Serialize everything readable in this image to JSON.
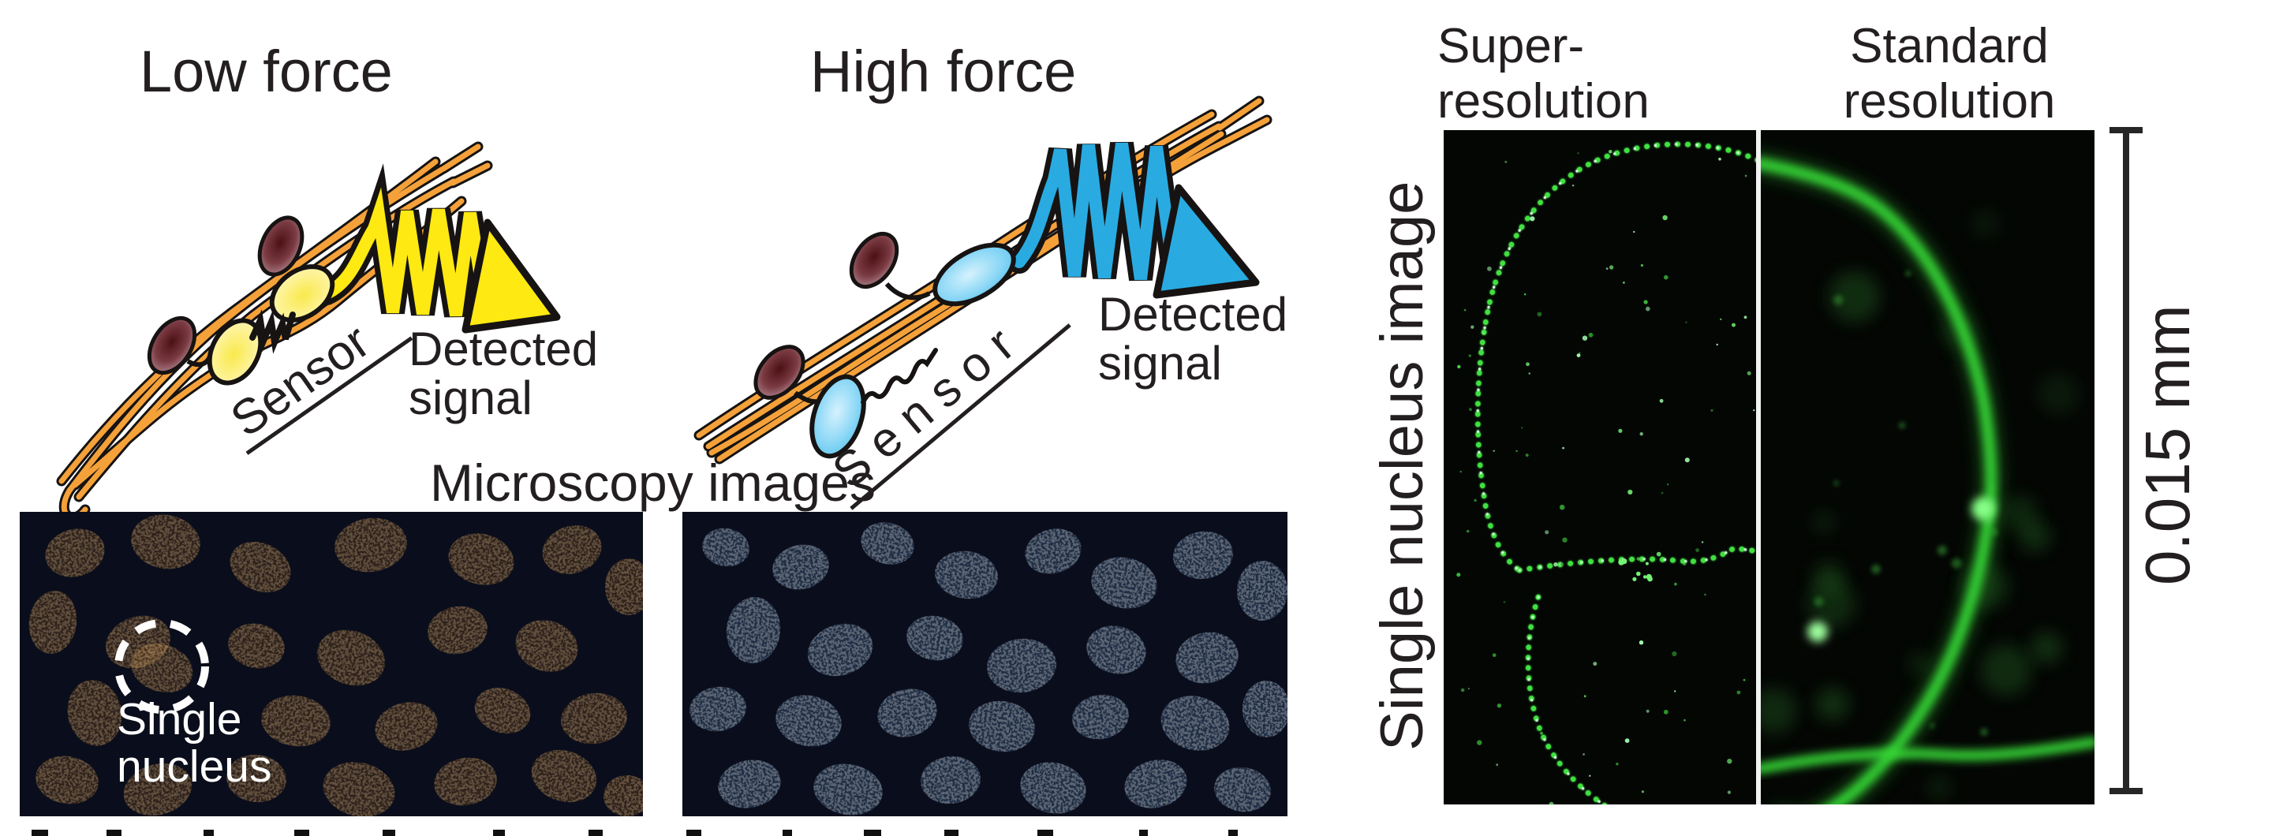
{
  "titles": {
    "low": "Low force",
    "high": "High force"
  },
  "diagrams": {
    "low": {
      "sensor_label": "Sensor",
      "signal_line1": "Detected",
      "signal_line2": "signal",
      "signal_color": "#ffe912"
    },
    "high": {
      "sensor_label": "Sensor",
      "signal_line1": "Detected",
      "signal_line2": "signal",
      "signal_color": "#29abe2"
    }
  },
  "microscopy": {
    "title": "Microscopy images",
    "annotation_line1": "Single",
    "annotation_line2": "nucleus",
    "left_panel": {
      "tint": "orange",
      "nuclei": [
        [
          70,
          52,
          38,
          30,
          -15
        ],
        [
          185,
          38,
          44,
          34,
          10
        ],
        [
          305,
          70,
          40,
          30,
          25
        ],
        [
          445,
          42,
          46,
          34,
          -8
        ],
        [
          585,
          60,
          42,
          32,
          14
        ],
        [
          700,
          48,
          38,
          30,
          -18
        ],
        [
          772,
          95,
          30,
          36,
          0
        ],
        [
          42,
          140,
          30,
          40,
          8
        ],
        [
          150,
          165,
          42,
          32,
          -20
        ],
        [
          300,
          170,
          36,
          28,
          12
        ],
        [
          420,
          185,
          44,
          34,
          20
        ],
        [
          555,
          150,
          38,
          30,
          -10
        ],
        [
          668,
          170,
          40,
          32,
          16
        ],
        [
          180,
          198,
          40,
          30,
          18
        ],
        [
          95,
          255,
          34,
          42,
          -12
        ],
        [
          350,
          265,
          44,
          32,
          8
        ],
        [
          490,
          272,
          40,
          30,
          -14
        ],
        [
          612,
          252,
          36,
          28,
          20
        ],
        [
          728,
          262,
          42,
          32,
          -8
        ],
        [
          60,
          340,
          40,
          30,
          10
        ],
        [
          175,
          352,
          44,
          32,
          -16
        ],
        [
          300,
          338,
          38,
          30,
          6
        ],
        [
          430,
          352,
          46,
          34,
          14
        ],
        [
          565,
          342,
          40,
          30,
          -10
        ],
        [
          690,
          335,
          42,
          32,
          18
        ],
        [
          770,
          360,
          30,
          26,
          0
        ]
      ]
    },
    "right_panel": {
      "tint": "blue",
      "nuclei": [
        [
          55,
          45,
          30,
          24,
          10
        ],
        [
          150,
          70,
          36,
          28,
          -12
        ],
        [
          260,
          40,
          34,
          26,
          15
        ],
        [
          360,
          80,
          40,
          30,
          8
        ],
        [
          470,
          50,
          36,
          28,
          -15
        ],
        [
          560,
          90,
          42,
          32,
          12
        ],
        [
          660,
          55,
          38,
          30,
          -8
        ],
        [
          735,
          100,
          32,
          38,
          0
        ],
        [
          90,
          150,
          34,
          42,
          6
        ],
        [
          200,
          175,
          42,
          32,
          -18
        ],
        [
          320,
          160,
          36,
          28,
          10
        ],
        [
          430,
          195,
          44,
          34,
          -6
        ],
        [
          550,
          175,
          38,
          30,
          14
        ],
        [
          665,
          185,
          40,
          32,
          -12
        ],
        [
          45,
          250,
          36,
          28,
          -8
        ],
        [
          160,
          265,
          42,
          32,
          12
        ],
        [
          285,
          255,
          38,
          30,
          -15
        ],
        [
          405,
          272,
          42,
          32,
          8
        ],
        [
          530,
          260,
          36,
          28,
          -10
        ],
        [
          650,
          268,
          44,
          34,
          15
        ],
        [
          740,
          250,
          30,
          36,
          0
        ],
        [
          85,
          345,
          40,
          30,
          -12
        ],
        [
          210,
          352,
          44,
          32,
          10
        ],
        [
          340,
          340,
          38,
          30,
          -6
        ],
        [
          470,
          350,
          42,
          32,
          12
        ],
        [
          600,
          345,
          40,
          30,
          -14
        ],
        [
          710,
          352,
          36,
          28,
          8
        ]
      ]
    }
  },
  "nucleus_panel": {
    "left_label_line1": "Super-",
    "left_label_line2": "resolution",
    "right_label_line1": "Standard",
    "right_label_line2": "resolution",
    "side_label": "Single nucleus image",
    "scale_label": "0.015 mm"
  },
  "colors": {
    "text": "#231f20",
    "fiber_orange": "#f5a13a",
    "outline_black": "#161312",
    "sensor_yellow_light": "#fdf6a8",
    "sensor_yellow_core": "#f9e94c",
    "signal_yellow": "#ffe912",
    "sensor_blue_light": "#d6f2fd",
    "sensor_blue_core": "#4fbfea",
    "signal_blue": "#29abe2",
    "maroon_core": "#4a1114",
    "maroon_edge": "#b9939c",
    "micro_bg": "#0a0d1b",
    "nucleus_bg": "#040604",
    "fluor_green": "#3fe03f",
    "fluor_green_soft": "#35d435"
  }
}
